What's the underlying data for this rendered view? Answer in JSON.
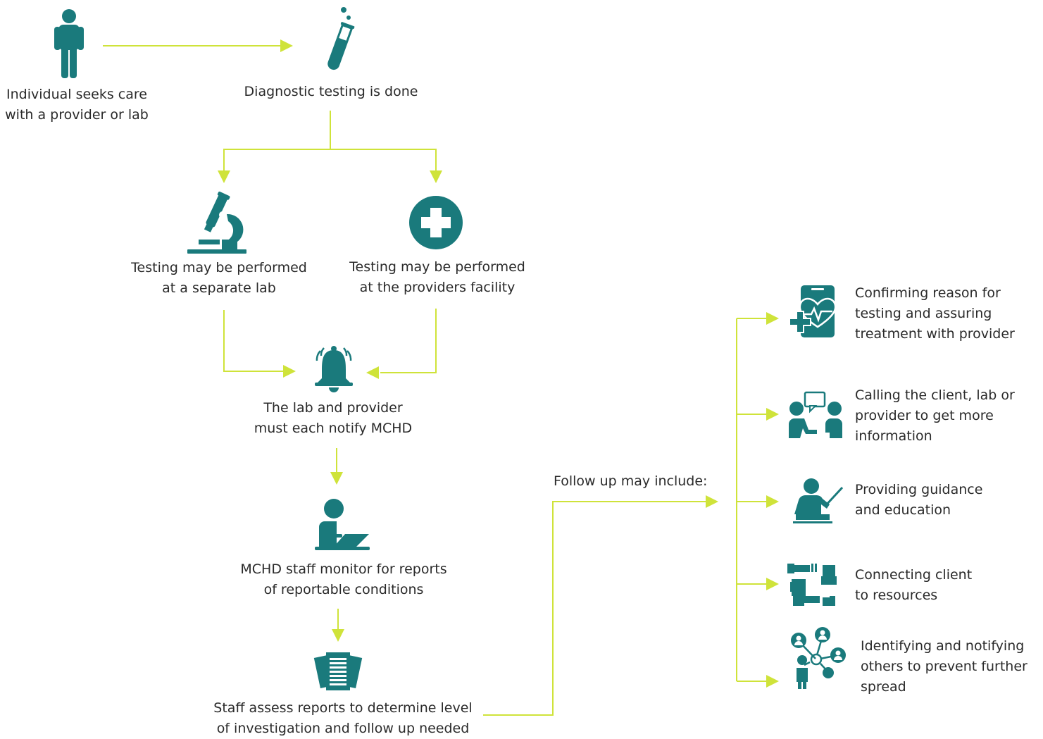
{
  "colors": {
    "icon": "#1a7a7c",
    "arrow": "#cfe33a",
    "text": "#2a2a2a"
  },
  "steps": {
    "seek_care": {
      "icon": "person-icon",
      "label": "Individual seeks care\nwith a provider or lab"
    },
    "diagnostic": {
      "icon": "test-tube-icon",
      "label": "Diagnostic testing is done"
    },
    "separate_lab": {
      "icon": "microscope-icon",
      "label": "Testing may be performed\nat a separate lab"
    },
    "provider_facility": {
      "icon": "medical-cross-icon",
      "label": "Testing may be performed\nat the providers facility"
    },
    "notify": {
      "icon": "bell-icon",
      "label": "The lab and provider\nmust each notify MCHD"
    },
    "monitor": {
      "icon": "staff-laptop-icon",
      "label": "MCHD staff monitor for reports\nof reportable conditions"
    },
    "assess": {
      "icon": "documents-icon",
      "label": "Staff assess reports to determine level\nof investigation and follow up needed"
    }
  },
  "followup": {
    "heading": "Follow up may include:",
    "items": [
      {
        "icon": "phone-heart-icon",
        "label": "Confirming reason for\ntesting and assuring\ntreatment with provider"
      },
      {
        "icon": "conversation-icon",
        "label": "Calling the client, lab or\nprovider to get more\ninformation"
      },
      {
        "icon": "teacher-icon",
        "label": "Providing guidance\nand education"
      },
      {
        "icon": "connecting-hands-icon",
        "label": "Connecting client\nto resources"
      },
      {
        "icon": "network-people-icon",
        "label": "Identifying and notifying\nothers to prevent further\nspread"
      }
    ]
  }
}
